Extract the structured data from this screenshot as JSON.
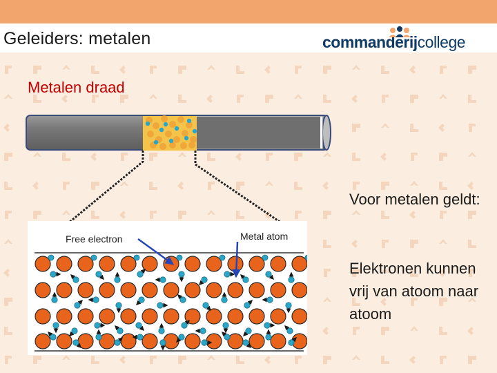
{
  "title": "Geleiders: metalen",
  "logo": {
    "part1": "commanderij",
    "part2": "college"
  },
  "subtitle": "Metalen draad",
  "figure": {
    "label_free_electron": "Free electron",
    "label_metal_atom": "Metal atom"
  },
  "body": {
    "paragraph1": "Voor metalen geldt:",
    "paragraph2": "Elektronen kunnen vrij van atoom naar atoom"
  },
  "colors": {
    "header_bar": "#f2a66d",
    "background": "#fbeee0",
    "pattern": "#f3d6bd",
    "title_red": "#c00000",
    "atom_orange": "#e8641c",
    "electron_blue": "#2aa6c8",
    "wire_gray": "#737373",
    "logo_navy": "#0f3a63"
  }
}
